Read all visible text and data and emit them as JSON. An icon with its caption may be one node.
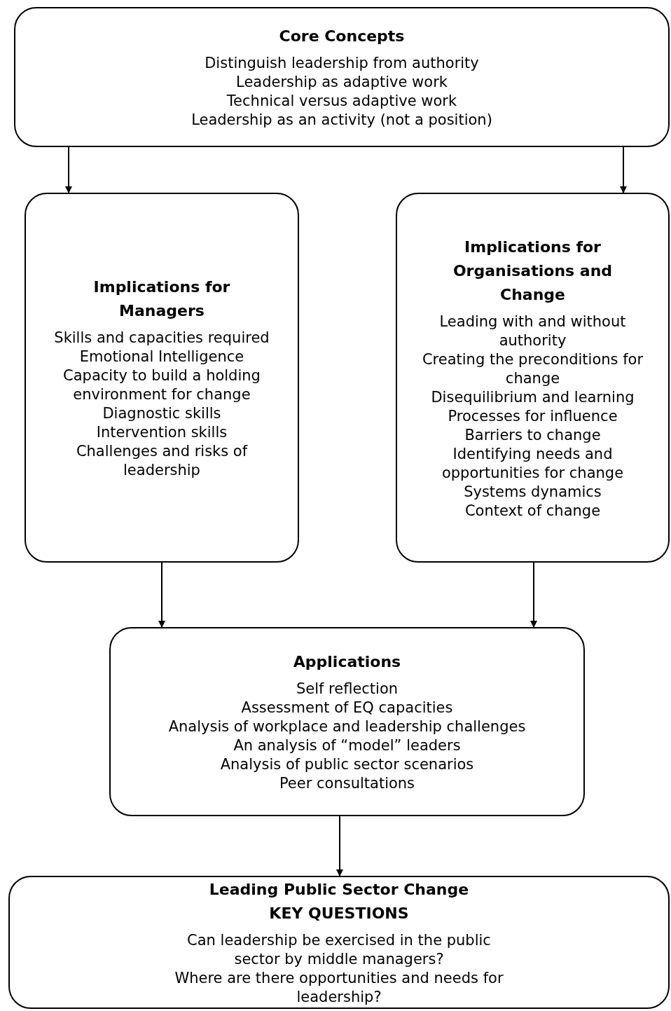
{
  "diagram": {
    "nodes": [
      {
        "text": [
          "Core Concepts",
          "Distinguish leadership from authority",
          "Leadership as adaptive work",
          "Technical versus adaptive work",
          "Leadership as an activity (not a position)"
        ]
      },
      {
        "text": [
          "Implications for Managers",
          "Skills and capacities required",
          "Emotional Intelligence",
          "Capacity to build a holding environment for change",
          "Diagnostic skills",
          "Intervention skills",
          "Challenges and risks of leadership"
        ]
      },
      {
        "text": [
          "Implications for Organisations and Change",
          "Leading with and without authority",
          "Creating the preconditions for change",
          "Disequilibrium and learning",
          "Processes for influence",
          "Barriers to change",
          "Identifying needs and opportunities for change",
          "Systems dynamics",
          "Context of change"
        ]
      },
      {
        "text": [
          "Applications",
          "Self reflection",
          "Assessment of EQ capacities",
          "Analysis of workplace and leadership challenges",
          "An analysis of “model” leaders",
          "Analysis of public sector scenarios",
          "Peer consultations"
        ]
      },
      {
        "text": [
          "Leading Public Sector Change",
          "KEY QUESTIONS",
          "Can leadership be exercised in the public sector by middle managers?",
          "Where are there opportunities and needs for leadership?"
        ]
      }
    ],
    "edges": [
      {
        "from": 0,
        "to": 1,
        "arrow": "to"
      },
      {
        "from": 0,
        "to": 2,
        "arrow": "to"
      },
      {
        "from": 1,
        "to": 3,
        "arrow": "to"
      },
      {
        "from": 2,
        "to": 3,
        "arrow": "to"
      },
      {
        "from": 3,
        "to": 4,
        "arrow": "to"
      }
    ]
  }
}
